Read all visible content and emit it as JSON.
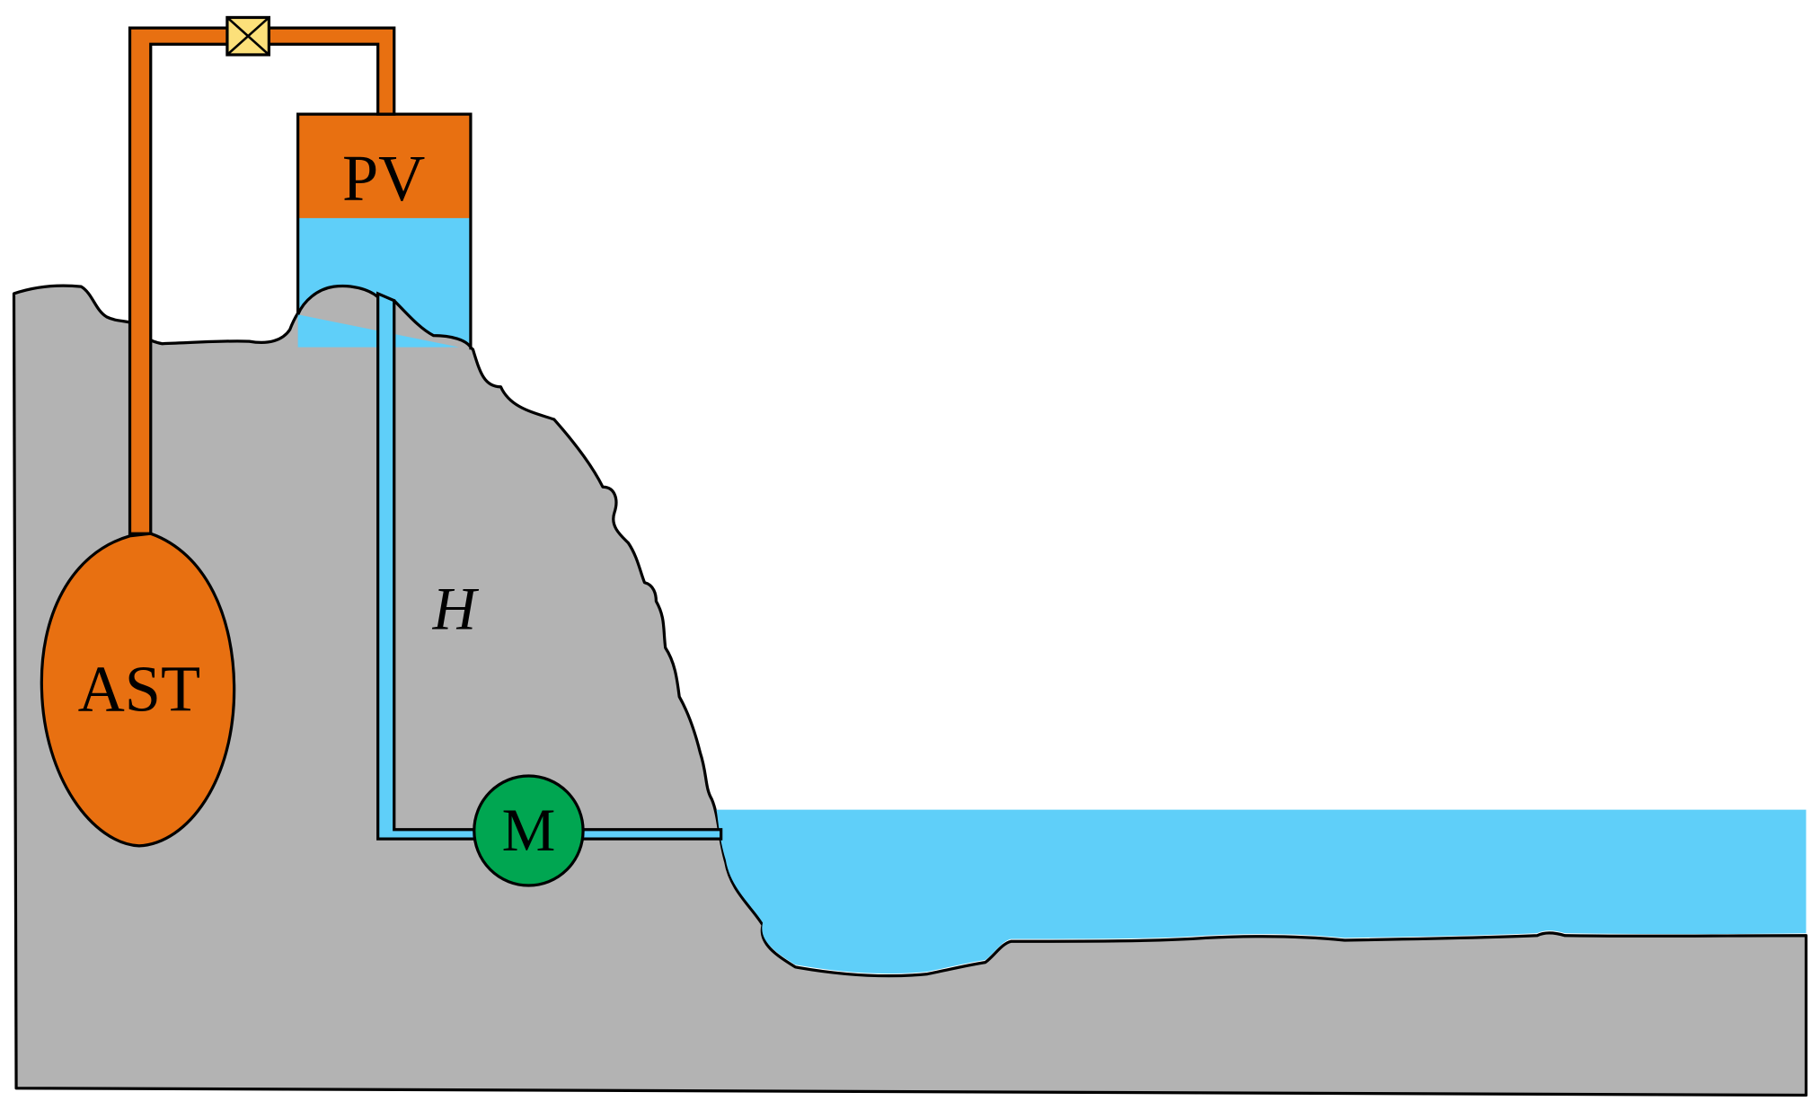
{
  "labels": {
    "pressure_vessel": "PV",
    "air_storage_tank": "AST",
    "head": "H",
    "machine": "M"
  },
  "colors": {
    "rock": "#b3b3b3",
    "air": "#e87011",
    "water": "#5fcff9",
    "valve": "#fce07a",
    "machine": "#00a651",
    "outline": "#000000"
  }
}
